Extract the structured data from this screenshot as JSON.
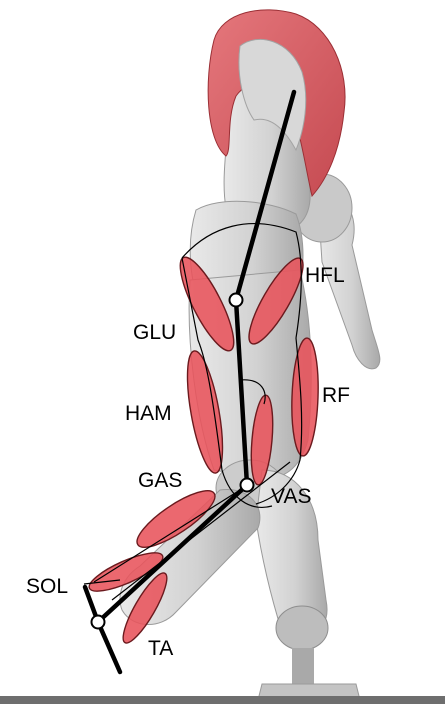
{
  "labels": {
    "hfl": "HFL",
    "glu": "GLU",
    "ham": "HAM",
    "rf": "RF",
    "gas": "GAS",
    "vas": "VAS",
    "sol": "SOL",
    "ta": "TA"
  },
  "colors": {
    "muscle_fill": "#e8535b",
    "muscle_stroke": "#6b1a1e",
    "head_shell": "#d9585f",
    "robot_body": "#cfcfcf",
    "robot_shade": "#b4b4b4",
    "skeleton": "#000000",
    "ground": "#6e6e6e"
  }
}
